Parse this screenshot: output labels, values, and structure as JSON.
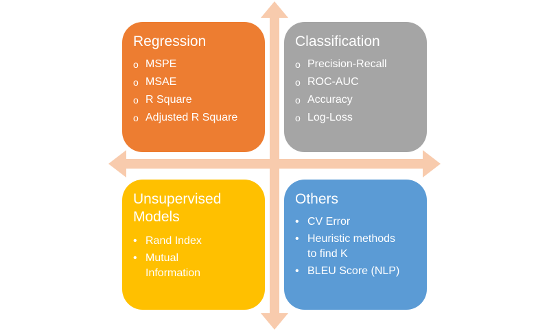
{
  "colors": {
    "regression": "#ED7D31",
    "classification": "#A5A5A5",
    "unsupervised": "#FFC000",
    "others": "#5B9BD5",
    "arrow": "#F8CBAD"
  },
  "icons": {
    "arrow": "double-headed-arrow"
  },
  "quadrants": {
    "regression": {
      "title": "Regression",
      "bullet": "o",
      "items": [
        "MSPE",
        "MSAE",
        "R Square",
        "Adjusted R Square"
      ]
    },
    "classification": {
      "title": "Classification",
      "bullet": "o",
      "items": [
        "Precision-Recall",
        "ROC-AUC",
        "Accuracy",
        "Log-Loss"
      ]
    },
    "unsupervised": {
      "title_line1": "Unsupervised",
      "title_line2": "Models",
      "bullet": "•",
      "items": [
        "Rand Index",
        "Mutual",
        "Information"
      ]
    },
    "others": {
      "title": "Others",
      "bullet": "•",
      "items": [
        "CV Error",
        "Heuristic methods",
        "to find K",
        "BLEU Score (NLP)"
      ]
    }
  }
}
